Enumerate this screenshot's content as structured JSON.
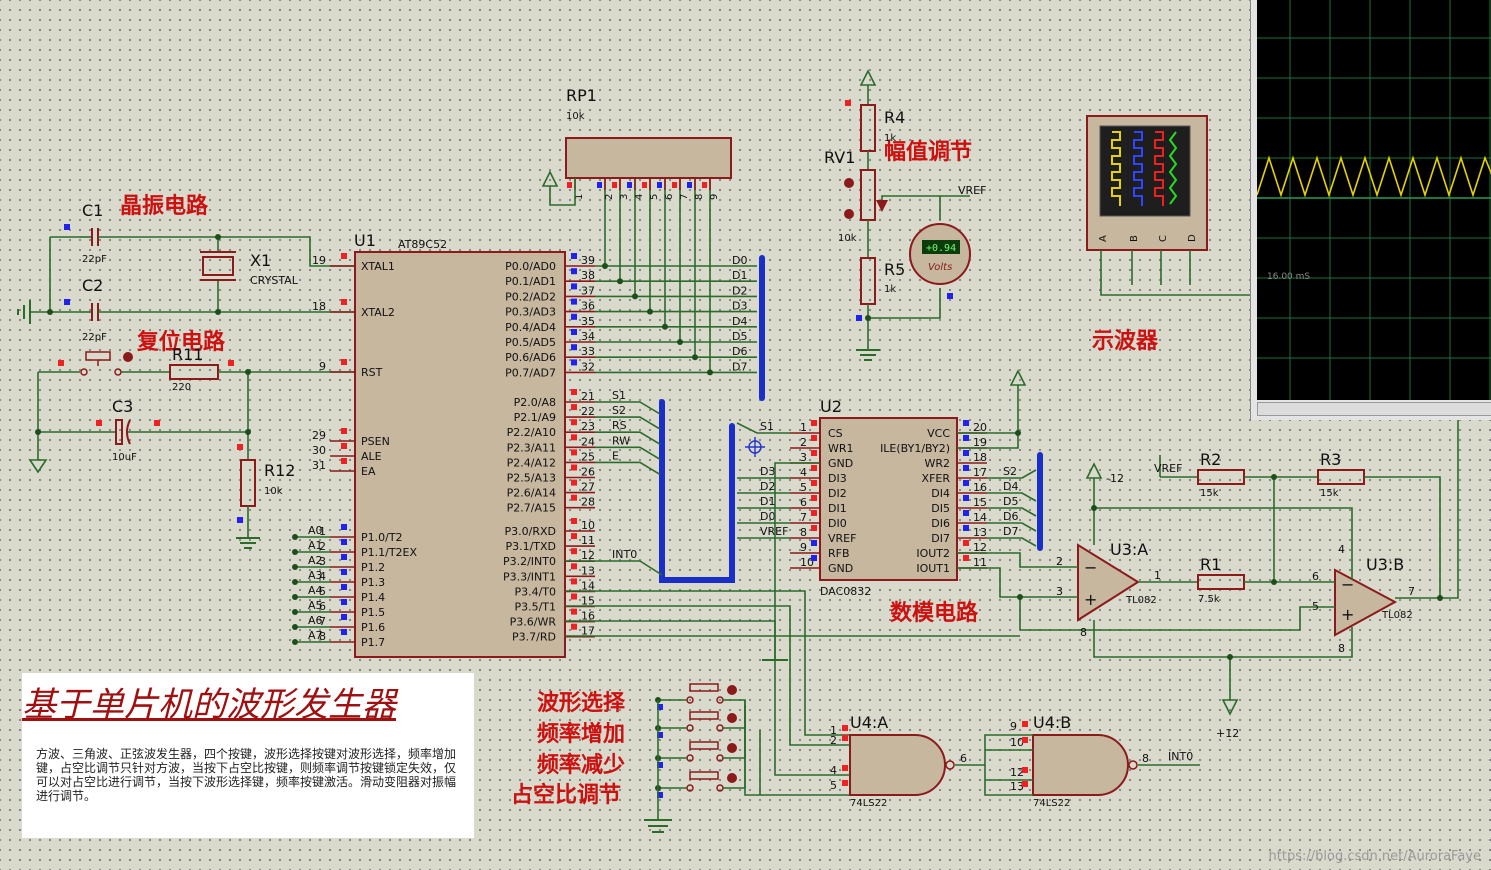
{
  "diagram_title": "基于单片机的波形发生器",
  "description": "方波、三角波、正弦波发生器，四个按键，波形选择按键对波形选择，频率增加键，占空比调节只针对方波，当按下占空比按键，则频率调节按键锁定失效，仅可以对占空比进行调节，当按下波形选择键，频率按键激活。滑动变阻器对振幅进行调节。",
  "section_labels": {
    "crystal": "晶振电路",
    "reset": "复位电路",
    "amplitude": "幅值调节",
    "oscilloscope": "示波器",
    "dac": "数模电路",
    "wave_select": "波形选择",
    "freq_up": "频率增加",
    "freq_down": "频率减少",
    "duty": "占空比调节"
  },
  "components": {
    "u1": {
      "ref": "U1",
      "part": "AT89C52"
    },
    "u2": {
      "ref": "U2",
      "part": "DAC0832"
    },
    "u3a": {
      "ref": "U3:A",
      "part": "TL082"
    },
    "u3b": {
      "ref": "U3:B",
      "part": "TL082"
    },
    "u4a": {
      "ref": "U4:A",
      "part": "74LS22"
    },
    "u4b": {
      "ref": "U4:B",
      "part": "74LS22"
    },
    "rp1": {
      "ref": "RP1",
      "value": "10k"
    },
    "x1": {
      "ref": "X1",
      "value": "CRYSTAL"
    },
    "c1": {
      "ref": "C1",
      "value": "22pF"
    },
    "c2": {
      "ref": "C2",
      "value": "22pF"
    },
    "c3": {
      "ref": "C3",
      "value": "10uF"
    },
    "r11": {
      "ref": "R11",
      "value": "220"
    },
    "r12": {
      "ref": "R12",
      "value": "10k"
    },
    "r4": {
      "ref": "R4",
      "value": "1k"
    },
    "rv1": {
      "ref": "RV1",
      "value": "10k"
    },
    "r5": {
      "ref": "R5",
      "value": "1k"
    },
    "r1": {
      "ref": "R1",
      "value": "7.5k"
    },
    "r2": {
      "ref": "R2",
      "value": "15k"
    },
    "r3": {
      "ref": "R3",
      "value": "15k"
    }
  },
  "voltmeter": {
    "reading": "+0.94",
    "unit": "Volts"
  },
  "nets": {
    "vref": "VREF",
    "neg12": "-12",
    "pos12": "+12",
    "int0": "INT0"
  },
  "u1_left_pins": [
    {
      "num": "19",
      "name": "XTAL1"
    },
    {
      "num": "18",
      "name": "XTAL2"
    },
    {
      "num": "9",
      "name": "RST"
    },
    {
      "num": "29",
      "name": "PSEN"
    },
    {
      "num": "30",
      "name": "ALE"
    },
    {
      "num": "31",
      "name": "EA"
    },
    {
      "num": "1",
      "name": "P1.0/T2"
    },
    {
      "num": "2",
      "name": "P1.1/T2EX"
    },
    {
      "num": "3",
      "name": "P1.2"
    },
    {
      "num": "4",
      "name": "P1.3"
    },
    {
      "num": "5",
      "name": "P1.4"
    },
    {
      "num": "6",
      "name": "P1.5"
    },
    {
      "num": "7",
      "name": "P1.6"
    },
    {
      "num": "8",
      "name": "P1.7"
    }
  ],
  "u1_right_pins": [
    {
      "num": "39",
      "name": "P0.0/AD0"
    },
    {
      "num": "38",
      "name": "P0.1/AD1"
    },
    {
      "num": "37",
      "name": "P0.2/AD2"
    },
    {
      "num": "36",
      "name": "P0.3/AD3"
    },
    {
      "num": "35",
      "name": "P0.4/AD4"
    },
    {
      "num": "34",
      "name": "P0.5/AD5"
    },
    {
      "num": "33",
      "name": "P0.6/AD6"
    },
    {
      "num": "32",
      "name": "P0.7/AD7"
    },
    {
      "num": "21",
      "name": "P2.0/A8"
    },
    {
      "num": "22",
      "name": "P2.1/A9"
    },
    {
      "num": "23",
      "name": "P2.2/A10"
    },
    {
      "num": "24",
      "name": "P2.3/A11"
    },
    {
      "num": "25",
      "name": "P2.4/A12"
    },
    {
      "num": "26",
      "name": "P2.5/A13"
    },
    {
      "num": "27",
      "name": "P2.6/A14"
    },
    {
      "num": "28",
      "name": "P2.7/A15"
    },
    {
      "num": "10",
      "name": "P3.0/RXD"
    },
    {
      "num": "11",
      "name": "P3.1/TXD"
    },
    {
      "num": "12",
      "name": "P3.2/INT0"
    },
    {
      "num": "13",
      "name": "P3.3/INT1"
    },
    {
      "num": "14",
      "name": "P3.4/T0"
    },
    {
      "num": "15",
      "name": "P3.5/T1"
    },
    {
      "num": "16",
      "name": "P3.6/WR"
    },
    {
      "num": "17",
      "name": "P3.7/RD"
    }
  ],
  "p1_net_labels": [
    "A0",
    "A1",
    "A2",
    "A3",
    "A4",
    "A5",
    "A6",
    "A7"
  ],
  "p0_net_labels": [
    "D0",
    "D1",
    "D2",
    "D3",
    "D4",
    "D5",
    "D6",
    "D7"
  ],
  "p2_net_labels": [
    "S1",
    "S2",
    "RS",
    "RW",
    "E"
  ],
  "u2_left_pins": [
    {
      "num": "1",
      "name": "CS"
    },
    {
      "num": "2",
      "name": "WR1"
    },
    {
      "num": "3",
      "name": "GND"
    },
    {
      "num": "4",
      "name": "DI3"
    },
    {
      "num": "5",
      "name": "DI2"
    },
    {
      "num": "6",
      "name": "DI1"
    },
    {
      "num": "7",
      "name": "DI0"
    },
    {
      "num": "8",
      "name": "VREF"
    },
    {
      "num": "9",
      "name": "RFB"
    },
    {
      "num": "10",
      "name": "GND"
    }
  ],
  "u2_right_pins": [
    {
      "num": "20",
      "name": "VCC"
    },
    {
      "num": "19",
      "name": "ILE(BY1/BY2)"
    },
    {
      "num": "18",
      "name": "WR2"
    },
    {
      "num": "17",
      "name": "XFER"
    },
    {
      "num": "16",
      "name": "DI4"
    },
    {
      "num": "15",
      "name": "DI5"
    },
    {
      "num": "14",
      "name": "DI6"
    },
    {
      "num": "13",
      "name": "DI7"
    },
    {
      "num": "12",
      "name": "IOUT2"
    },
    {
      "num": "11",
      "name": "IOUT1"
    }
  ],
  "u2_left_nets": [
    "S1",
    "",
    "",
    "D3",
    "D2",
    "D1",
    "D0",
    "VREF"
  ],
  "u2_right_nets": [
    "",
    "",
    "",
    "S2",
    "D4",
    "D5",
    "D6",
    "D7"
  ],
  "rp1_pins": [
    "1",
    "2",
    "3",
    "4",
    "5",
    "6",
    "7",
    "8",
    "9"
  ],
  "opamp_pins": {
    "u3a_in_neg": "2",
    "u3a_in_pos": "3",
    "u3a_out": "1",
    "u3a_v": "8",
    "u3b_in_neg": "6",
    "u3b_in_pos": "5",
    "u3b_out": "7",
    "u3b_v": "8",
    "u3b_v4": "4"
  },
  "gate_pins": {
    "u4a_in": [
      "1",
      "2",
      "4",
      "5"
    ],
    "u4a_out": "6",
    "u4b_in": [
      "9",
      "10",
      "12",
      "13"
    ],
    "u4b_out": "8"
  },
  "scope": {
    "channels": [
      "A",
      "B",
      "C",
      "D"
    ],
    "time_label": "16.00 mS"
  },
  "watermark": "https://blog.csdn.net/AuroraFaye",
  "colors": {
    "wire": "#2b6b2b",
    "bus": "#1a2ec8",
    "body": "#c6b79e",
    "outline": "#8b1a1a",
    "label_red": "#cc1111",
    "scope_trace": "#e6d200"
  }
}
